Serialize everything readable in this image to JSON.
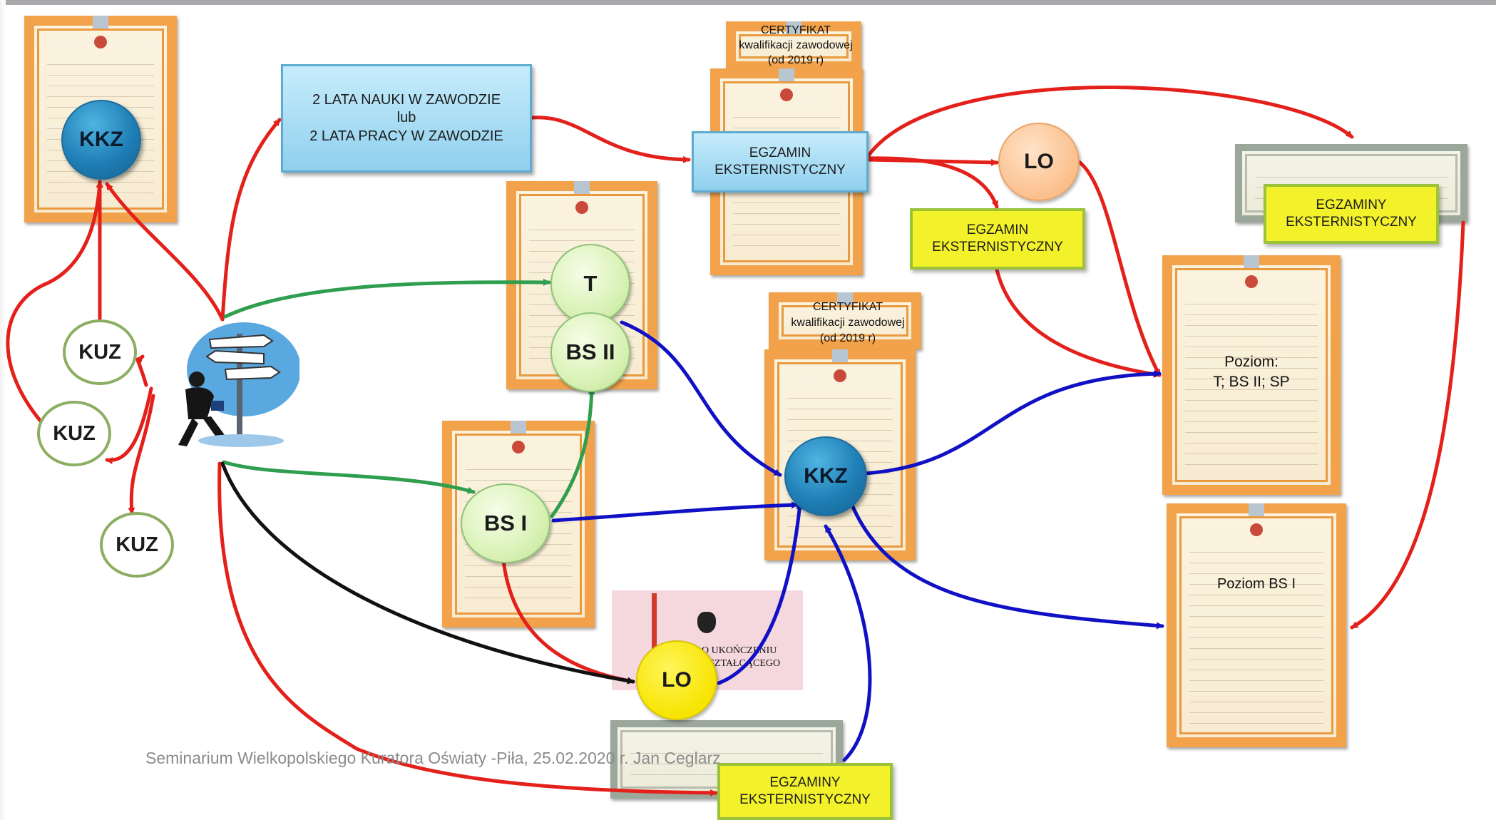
{
  "colors": {
    "red_arrow": "#e4201b",
    "green_arrow": "#2f9e4e",
    "blue_arrow": "#1010c4",
    "black_arrow": "#111111",
    "certificate_border": "#f2a24a",
    "box_blue": "#a9def4",
    "box_yellow": "#f3f22a"
  },
  "circles": {
    "kkz_top": "KKZ",
    "kuz_1": "KUZ",
    "kuz_2": "KUZ",
    "kuz_3": "KUZ",
    "t": "T",
    "bs2": "BS II",
    "bs1": "BS I",
    "kkz_center": "KKZ",
    "lo_top": "LO",
    "lo_bottom": "LO"
  },
  "boxes": {
    "learning_work": [
      "2 LATA NAUKI W ZAWODZIE",
      "lub",
      "2 LATA PRACY W ZAWODZIE"
    ],
    "exam_top": [
      "EGZAMIN",
      "EKSTERNISTYCZNY"
    ],
    "exam_middle": [
      "EGZAMIN",
      "EKSTERNISTYCZNY"
    ],
    "exams_right": [
      "EGZAMINY",
      "EKSTERNISTYCZNY"
    ],
    "exams_bottom": [
      "EGZAMINY",
      "EKSTERNISTYCZNY"
    ]
  },
  "certificates": {
    "cert_top": [
      "CERTYFIKAT",
      "kwalifikacji zawodowej",
      "(od 2019 r)"
    ],
    "cert_middle": [
      "CERTYFIKAT",
      "kwalifikacji zawodowej",
      "(od 2019 r)"
    ],
    "diploma_levels": [
      "Poziom:",
      "T; BS II; SP"
    ],
    "diploma_bs1": "Poziom BS I",
    "lo_certificate_fragment": [
      "O UKOŃCZENIU",
      "KSZTAŁCĄCEGO"
    ]
  },
  "icons": {
    "person": "person-signpost-icon"
  },
  "footer": "Seminarium Wielkopolskiego Kuratora Oświaty -Piła, 25.02.2020 r. Jan Ceglarz"
}
